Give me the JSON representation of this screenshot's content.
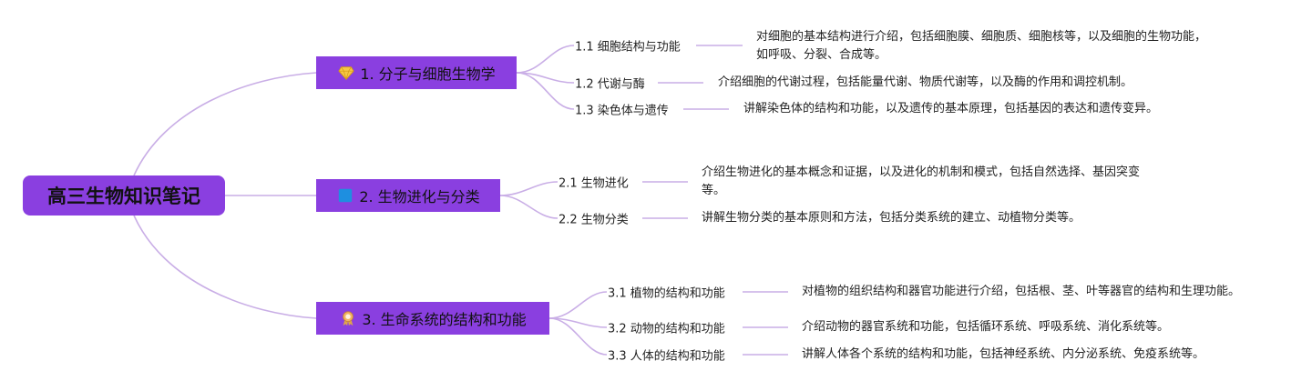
{
  "title": "高三生物知识笔记",
  "colors": {
    "node": "#8a3fe0",
    "line": "#c9aee6"
  },
  "branches": [
    {
      "label": "1. 分子与细胞生物学",
      "icon": "diamond-icon",
      "children": [
        {
          "label": "1.1 细胞结构与功能",
          "desc": "对细胞的基本结构进行介绍，包括细胞膜、细胞质、细胞核等，以及细胞的生物功能，如呼吸、分裂、合成等。"
        },
        {
          "label": "1.2 代谢与酶",
          "desc": "介绍细胞的代谢过程，包括能量代谢、物质代谢等，以及酶的作用和调控机制。"
        },
        {
          "label": "1.3 染色体与遗传",
          "desc": "讲解染色体的结构和功能，以及遗传的基本原理，包括基因的表达和遗传变异。"
        }
      ]
    },
    {
      "label": "2. 生物进化与分类",
      "icon": "blue-square-icon",
      "children": [
        {
          "label": "2.1 生物进化",
          "desc": "介绍生物进化的基本概念和证据，以及进化的机制和模式，包括自然选择、基因突变等。"
        },
        {
          "label": "2.2 生物分类",
          "desc": "讲解生物分类的基本原则和方法，包括分类系统的建立、动植物分类等。"
        }
      ]
    },
    {
      "label": "3. 生命系统的结构和功能",
      "icon": "medal-icon",
      "children": [
        {
          "label": "3.1 植物的结构和功能",
          "desc": "对植物的组织结构和器官功能进行介绍，包括根、茎、叶等器官的结构和生理功能。"
        },
        {
          "label": "3.2 动物的结构和功能",
          "desc": "介绍动物的器官系统和功能，包括循环系统、呼吸系统、消化系统等。"
        },
        {
          "label": "3.3 人体的结构和功能",
          "desc": "讲解人体各个系统的结构和功能，包括神经系统、内分泌系统、免疫系统等。"
        }
      ]
    }
  ]
}
